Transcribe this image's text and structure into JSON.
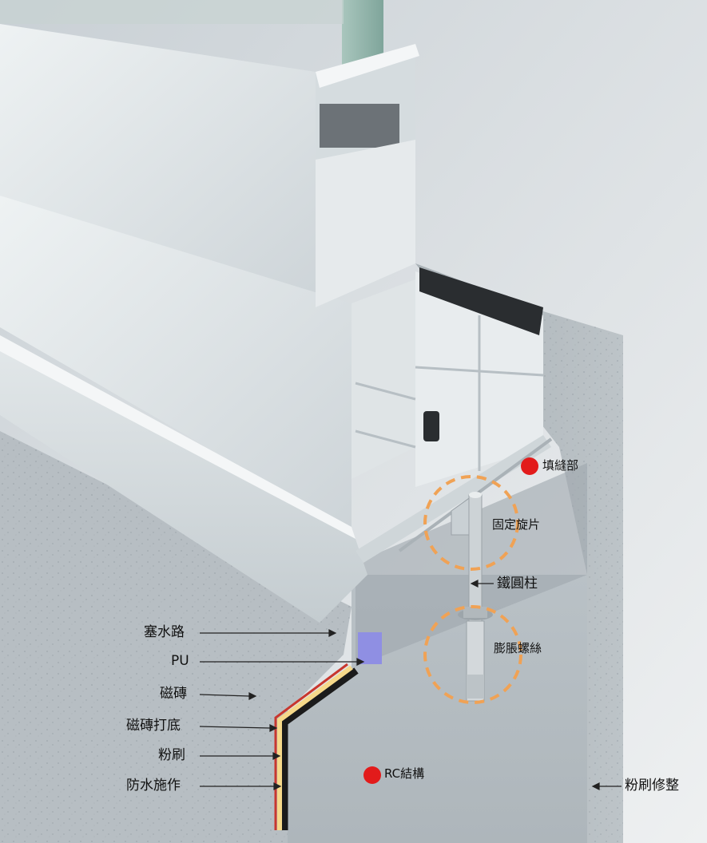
{
  "labels": {
    "seal_joint": "填縫部",
    "fixing_tab": "固定旋片",
    "iron_post": "鐵圓柱",
    "expansion_bolt": "膨脹螺絲",
    "plug_waterway": "塞水路",
    "pu": "PU",
    "tile": "磁磚",
    "tile_base": "磁磚打底",
    "plaster": "粉刷",
    "waterproofing": "防水施作",
    "rc_structure": "RC結構",
    "plaster_finish": "粉刷修整"
  },
  "colors": {
    "marker_dot": "#e21b1b",
    "highlight_circle": "#f0a255",
    "pu_block": "#8f8fe3",
    "waterproof_layer": "#c8372e",
    "plaster_layer": "#f6d98a"
  }
}
